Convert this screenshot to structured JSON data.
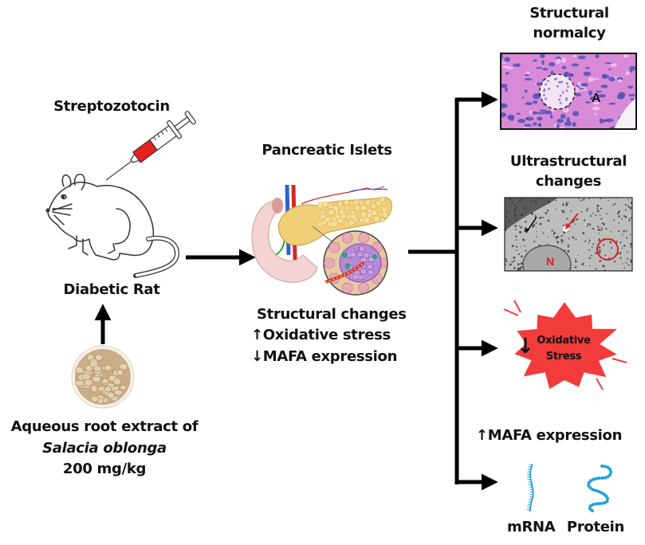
{
  "figure": {
    "left": {
      "agent_label": "Streptozotocin",
      "subject_label": "Diabetic Rat",
      "treatment": {
        "line1": "Aqueous root extract of",
        "species": "Salacia oblonga",
        "dose": "200 mg/kg"
      }
    },
    "middle": {
      "title": "Pancreatic Islets",
      "findings": [
        {
          "direction_icon": "↑",
          "text": "Structural changes",
          "show_icon": false
        },
        {
          "direction_icon": "↑",
          "text": "Oxidative stress",
          "show_icon": true
        },
        {
          "direction_icon": "↓",
          "text": "MAFA expression",
          "show_icon": true
        }
      ]
    },
    "right": {
      "outcomes": [
        {
          "title_line1": "Structural",
          "title_line2": "normalcy",
          "image_label": "A"
        },
        {
          "title_line1": "Ultrastructural",
          "title_line2": "changes",
          "image_label": "N"
        },
        {
          "badge_icon": "↓",
          "badge_line1": "Oxidative",
          "badge_line2": "Stress"
        },
        {
          "direction_icon": "↑",
          "title": "MAFA expression",
          "item1": "mRNA",
          "item2": "Protein"
        }
      ]
    },
    "colors": {
      "syringe_fluid": "#e8201e",
      "burst": "#f23b3b",
      "molecule_blue": "#1f9fd8",
      "histology_pink": "#d98ad6",
      "histology_blue": "#4b52b8",
      "annotation_red": "#e01f1f"
    }
  }
}
